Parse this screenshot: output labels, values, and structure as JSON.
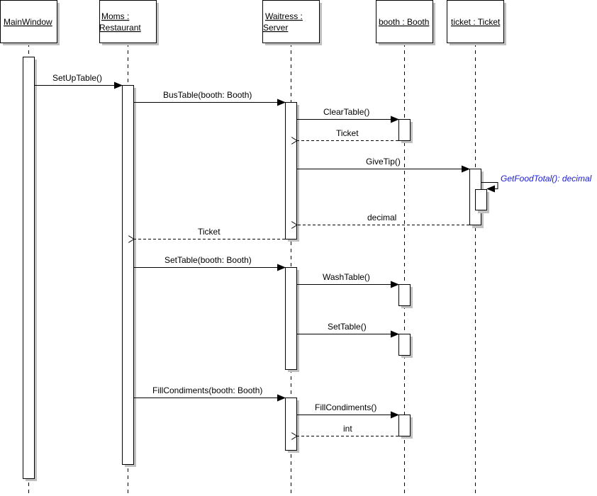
{
  "diagram": {
    "type": "UML sequence diagram",
    "colors": {
      "line": "#000000",
      "box_fill": "#ffffff",
      "shadow": "#c0c0c0",
      "self_call_label": "#1a1ad6"
    },
    "lifelines": [
      {
        "id": "main",
        "label_lines": [
          "MainWindow"
        ]
      },
      {
        "id": "moms",
        "label_lines": [
          "Moms :",
          "Restaurant"
        ]
      },
      {
        "id": "waitress",
        "label_lines": [
          "Waitress :",
          "Server"
        ]
      },
      {
        "id": "booth",
        "label_lines": [
          "booth : Booth"
        ]
      },
      {
        "id": "ticket",
        "label_lines": [
          "ticket : Ticket"
        ]
      }
    ],
    "messages": [
      {
        "from": "main",
        "to": "moms",
        "label": "SetUpTable()",
        "kind": "call"
      },
      {
        "from": "moms",
        "to": "waitress",
        "label": "BusTable(booth: Booth)",
        "kind": "call"
      },
      {
        "from": "waitress",
        "to": "booth",
        "label": "ClearTable()",
        "kind": "call"
      },
      {
        "from": "booth",
        "to": "waitress",
        "label": "Ticket",
        "kind": "return"
      },
      {
        "from": "waitress",
        "to": "ticket",
        "label": "GiveTip()",
        "kind": "call"
      },
      {
        "from": "ticket",
        "to": "ticket",
        "label": "GetFoodTotal(): decimal",
        "kind": "self"
      },
      {
        "from": "ticket",
        "to": "waitress",
        "label": "decimal",
        "kind": "return"
      },
      {
        "from": "waitress",
        "to": "moms",
        "label": "Ticket",
        "kind": "return"
      },
      {
        "from": "moms",
        "to": "waitress",
        "label": "SetTable(booth: Booth)",
        "kind": "call"
      },
      {
        "from": "waitress",
        "to": "booth",
        "label": "WashTable()",
        "kind": "call"
      },
      {
        "from": "waitress",
        "to": "booth",
        "label": "SetTable()",
        "kind": "call"
      },
      {
        "from": "moms",
        "to": "waitress",
        "label": "FillCondiments(booth: Booth)",
        "kind": "call"
      },
      {
        "from": "waitress",
        "to": "booth",
        "label": "FillCondiments()",
        "kind": "call"
      },
      {
        "from": "booth",
        "to": "waitress",
        "label": "int",
        "kind": "return"
      }
    ]
  }
}
